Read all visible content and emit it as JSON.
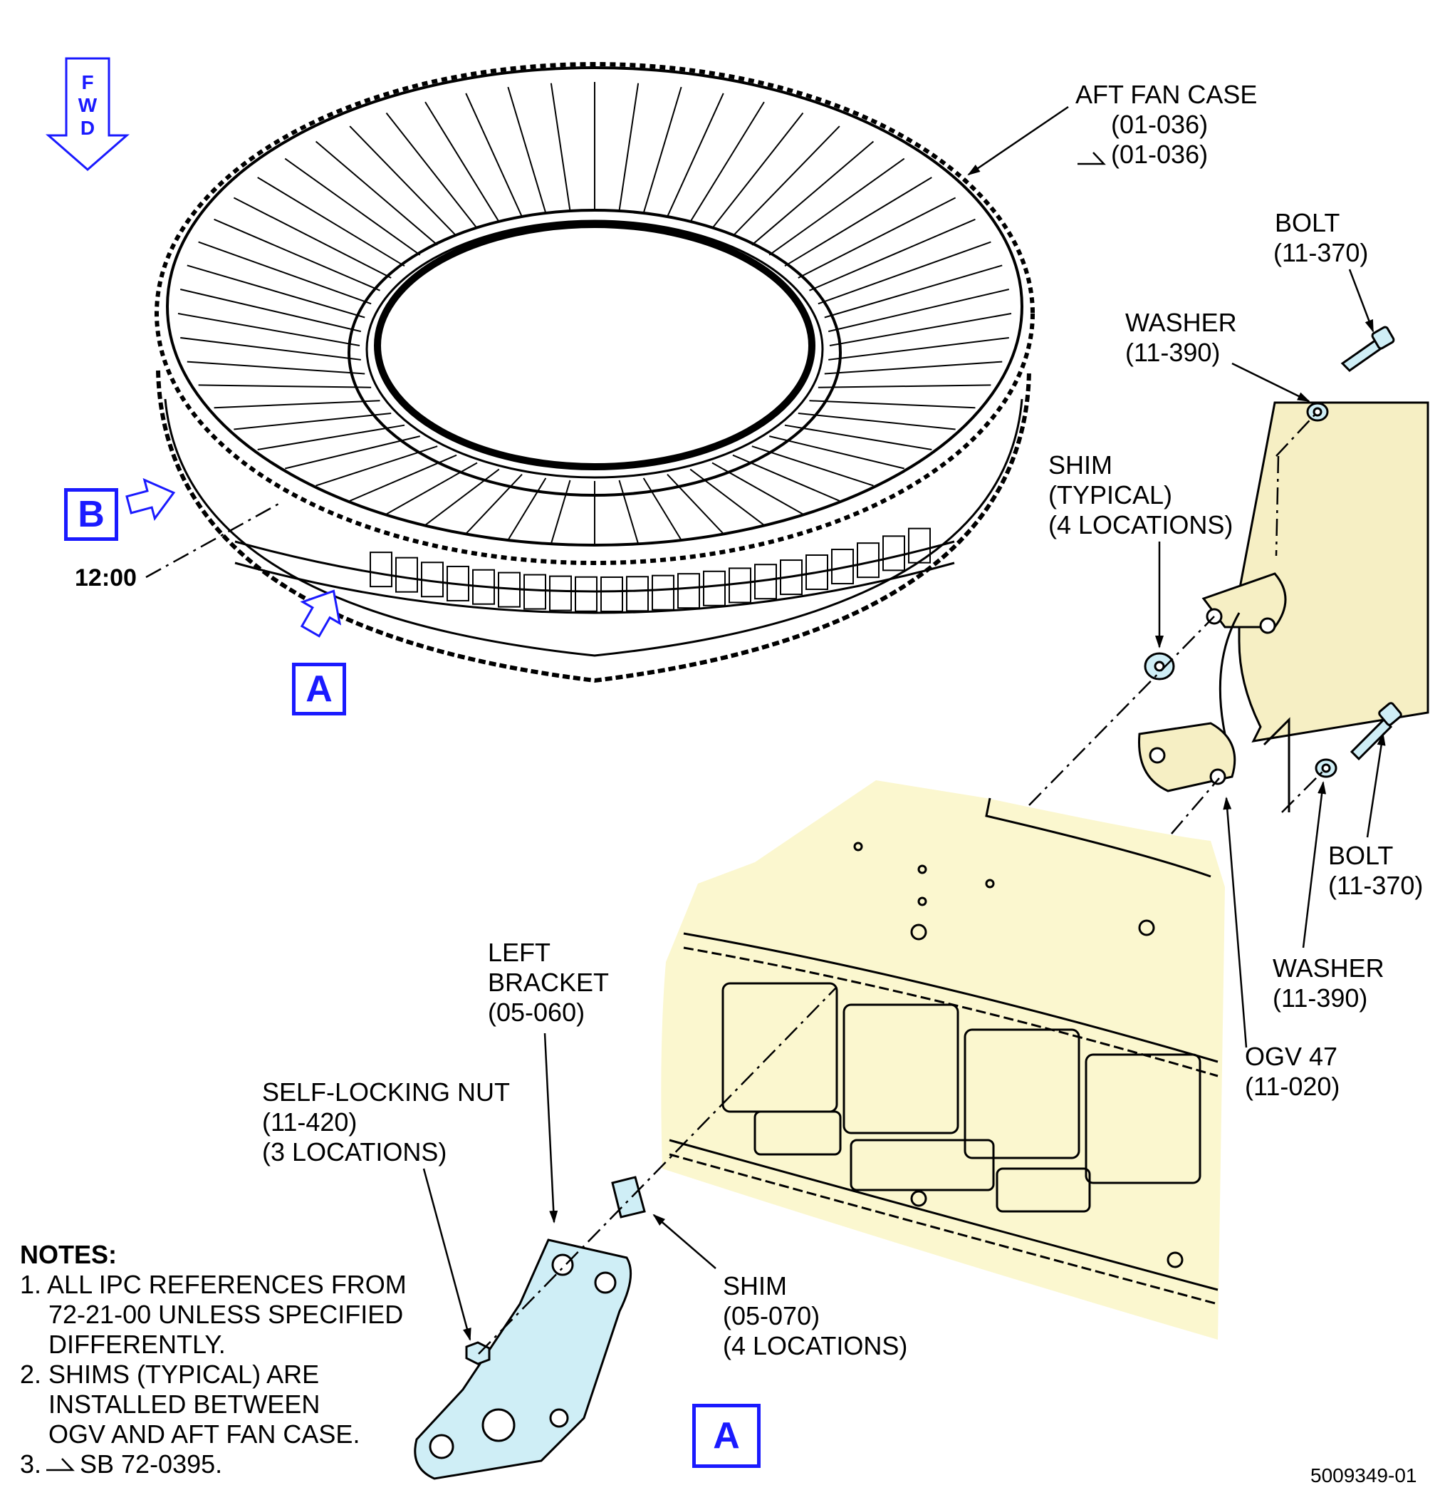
{
  "fwd_letters": [
    "F",
    "W",
    "D"
  ],
  "labels": {
    "aft_fan_case": [
      "AFT FAN CASE",
      "(01-036)",
      "(01-036)"
    ],
    "bolt_upper": [
      "BOLT",
      "(11-370)"
    ],
    "washer_upper": [
      "WASHER",
      "(11-390)"
    ],
    "shim_typical": [
      "SHIM",
      "(TYPICAL)",
      "(4 LOCATIONS)"
    ],
    "bolt_lower": [
      "BOLT",
      "(11-370)"
    ],
    "washer_lower": [
      "WASHER",
      "(11-390)"
    ],
    "ogv": [
      "OGV 47",
      "(11-020)"
    ],
    "left_bracket": [
      "LEFT",
      "BRACKET",
      "(05-060)"
    ],
    "nut": [
      "SELF-LOCKING NUT",
      "(11-420)",
      "(3 LOCATIONS)"
    ],
    "shim_bracket": [
      "SHIM",
      "(05-070)",
      "(4 LOCATIONS)"
    ],
    "clock": "12:00"
  },
  "views": {
    "b": "B",
    "a_top": "A",
    "a_bottom": "A"
  },
  "notes": {
    "title": "NOTES:",
    "items": [
      [
        "1. ALL IPC REFERENCES FROM",
        "72-21-00 UNLESS SPECIFIED",
        "DIFFERENTLY."
      ],
      [
        "2. SHIMS (TYPICAL) ARE",
        "INSTALLED BETWEEN",
        "OGV AND AFT FAN CASE."
      ],
      [
        "3.",
        "SB 72-0395."
      ]
    ]
  },
  "drawing_number": "5009349-01",
  "colors": {
    "view_blue": "#1a1aff",
    "case_fill": "#fbf7cf",
    "part_yellow": "#f6efc4",
    "part_blue": "#cfeef6",
    "line": "#000000"
  }
}
